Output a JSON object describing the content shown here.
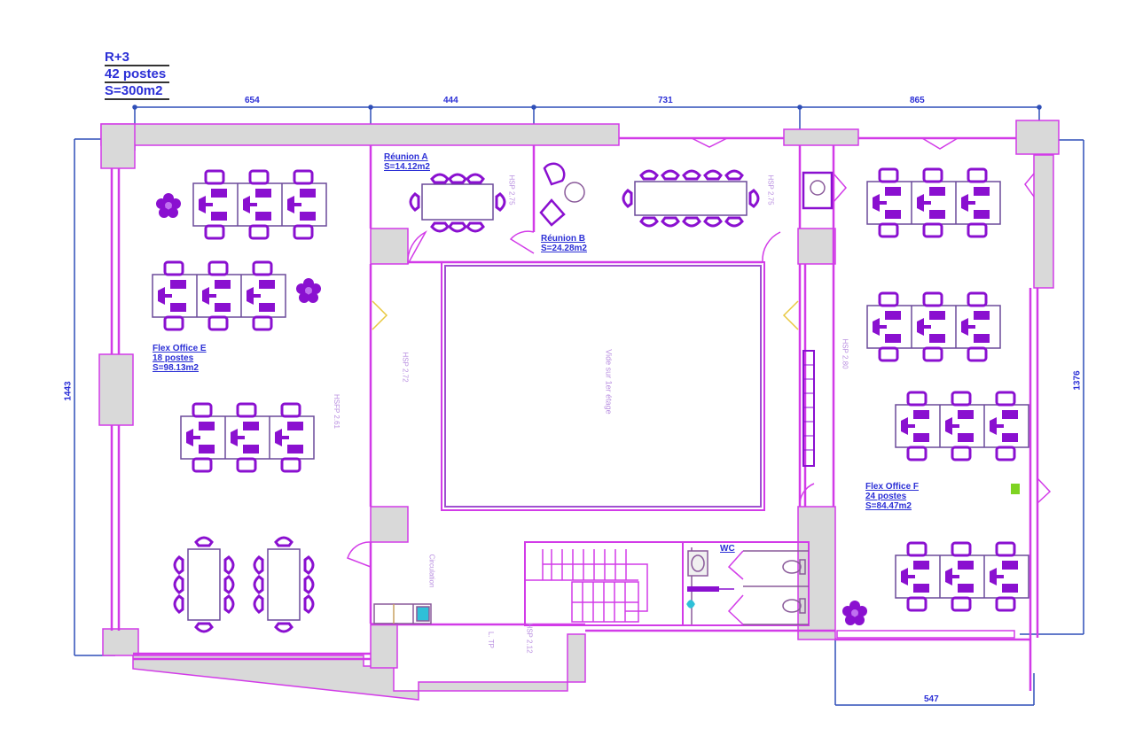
{
  "floor": {
    "level": "R+3",
    "workstations": "42 postes",
    "surface": "S=300m2"
  },
  "dimensions": {
    "top": [
      "654",
      "444",
      "731",
      "865"
    ],
    "left_height": "1443",
    "right_height": "1376",
    "bottom_right": "547"
  },
  "rooms": {
    "reunion_a": {
      "name": "Réunion A",
      "surface": "S=14.12m2"
    },
    "reunion_b": {
      "name": "Réunion B",
      "surface": "S=24.28m2"
    },
    "flex_e": {
      "name": "Flex Office  E",
      "postes": "18 postes",
      "surface": "S=98.13m2"
    },
    "flex_f": {
      "name": "Flex Office  F",
      "postes": "24 postes",
      "surface": "S=84.47m2"
    },
    "wc": {
      "name": "WC"
    }
  },
  "annotations": {
    "void": "Vide sur 1er étage",
    "corridor": "Circulation",
    "hsp_left": "HSFP 2.61",
    "hsp_corr": "HSP 2.72",
    "hsp_ra": "HSP 2.75",
    "hsp_rb": "HSP 2.75",
    "hsp_right": "HSP 2.80",
    "stair_label": "L. TP",
    "stair_hsp": "HSP 2.12"
  },
  "colors": {
    "wall": "#d23be8",
    "wall_fill": "#d9d9d9",
    "furniture": "#8a10d0",
    "dim_line": "#2f4fb8",
    "text": "#2b2fd6",
    "door_yellow": "#e8c840",
    "exit_green": "#7ed321",
    "cyan": "#2fc0d8"
  }
}
